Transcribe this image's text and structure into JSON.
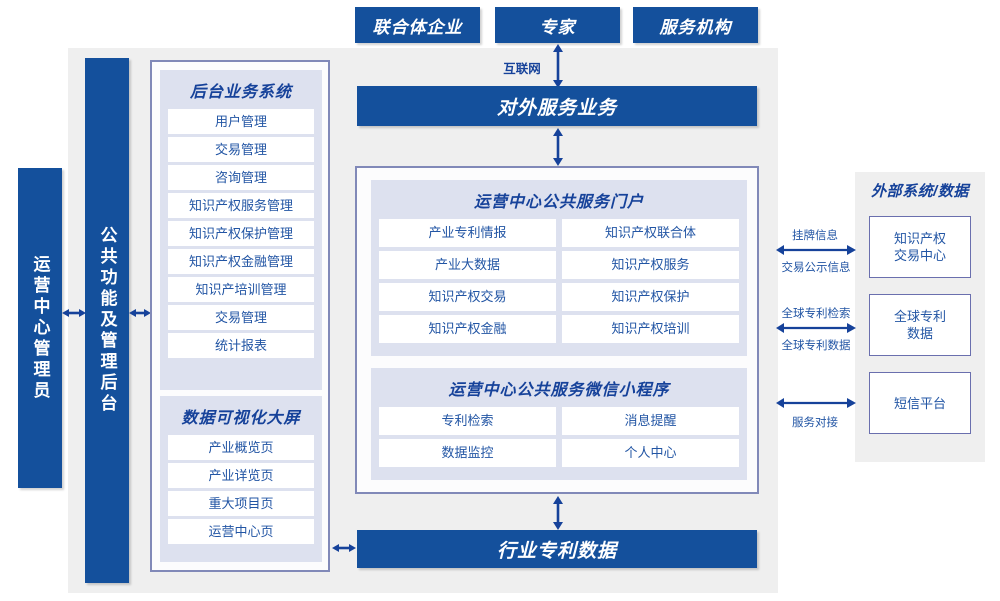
{
  "diagram": {
    "title_hidden": "",
    "colors": {
      "primary_blue": "#14509c",
      "panel_lavender": "#dde1ef",
      "canvas_gray": "#efefef",
      "border_violet": "#8189b8",
      "text_blue": "#2255a4"
    }
  },
  "top_actors": [
    {
      "label": "联合体企业"
    },
    {
      "label": "专家"
    },
    {
      "label": "服务机构"
    }
  ],
  "network_label": "互联网",
  "external_service_bar": "对外服务业务",
  "bottom_bar": "行业专利数据",
  "left_columns": [
    {
      "label": "运营中心管理员"
    },
    {
      "label": "公共功能及管理后台"
    }
  ],
  "backend_system": {
    "title": "后台业务系统",
    "items": [
      "用户管理",
      "交易管理",
      "咨询管理",
      "知识产权服务管理",
      "知识产权保护管理",
      "知识产权金融管理",
      "知识产培训管理",
      "交易管理",
      "统计报表"
    ]
  },
  "data_visualization": {
    "title": "数据可视化大屏",
    "items": [
      "产业概览页",
      "产业详览页",
      "重大项目页",
      "运营中心页"
    ]
  },
  "portal": {
    "title": "运营中心公共服务门户",
    "items": [
      "产业专利情报",
      "知识产权联合体",
      "产业大数据",
      "知识产权服务",
      "知识产权交易",
      "知识产权保护",
      "知识产权金融",
      "知识产权培训"
    ]
  },
  "miniprogram": {
    "title": "运营中心公共服务微信小程序",
    "items": [
      "专利检索",
      "消息提醒",
      "数据监控",
      "个人中心"
    ]
  },
  "external": {
    "title": "外部系统/数据",
    "systems": [
      {
        "label": "知识产权\n交易中心",
        "line1": "知识产权",
        "line2": "交易中心"
      },
      {
        "label": "全球专利\n数据",
        "line1": "全球专利",
        "line2": "数据"
      },
      {
        "label": "短信平台",
        "line1": "短信平台",
        "line2": ""
      }
    ],
    "connections": [
      {
        "above": "挂牌信息",
        "below": "交易公示信息"
      },
      {
        "above": "全球专利检索",
        "below": "全球专利数据"
      },
      {
        "above": "",
        "below": "服务对接"
      }
    ]
  }
}
